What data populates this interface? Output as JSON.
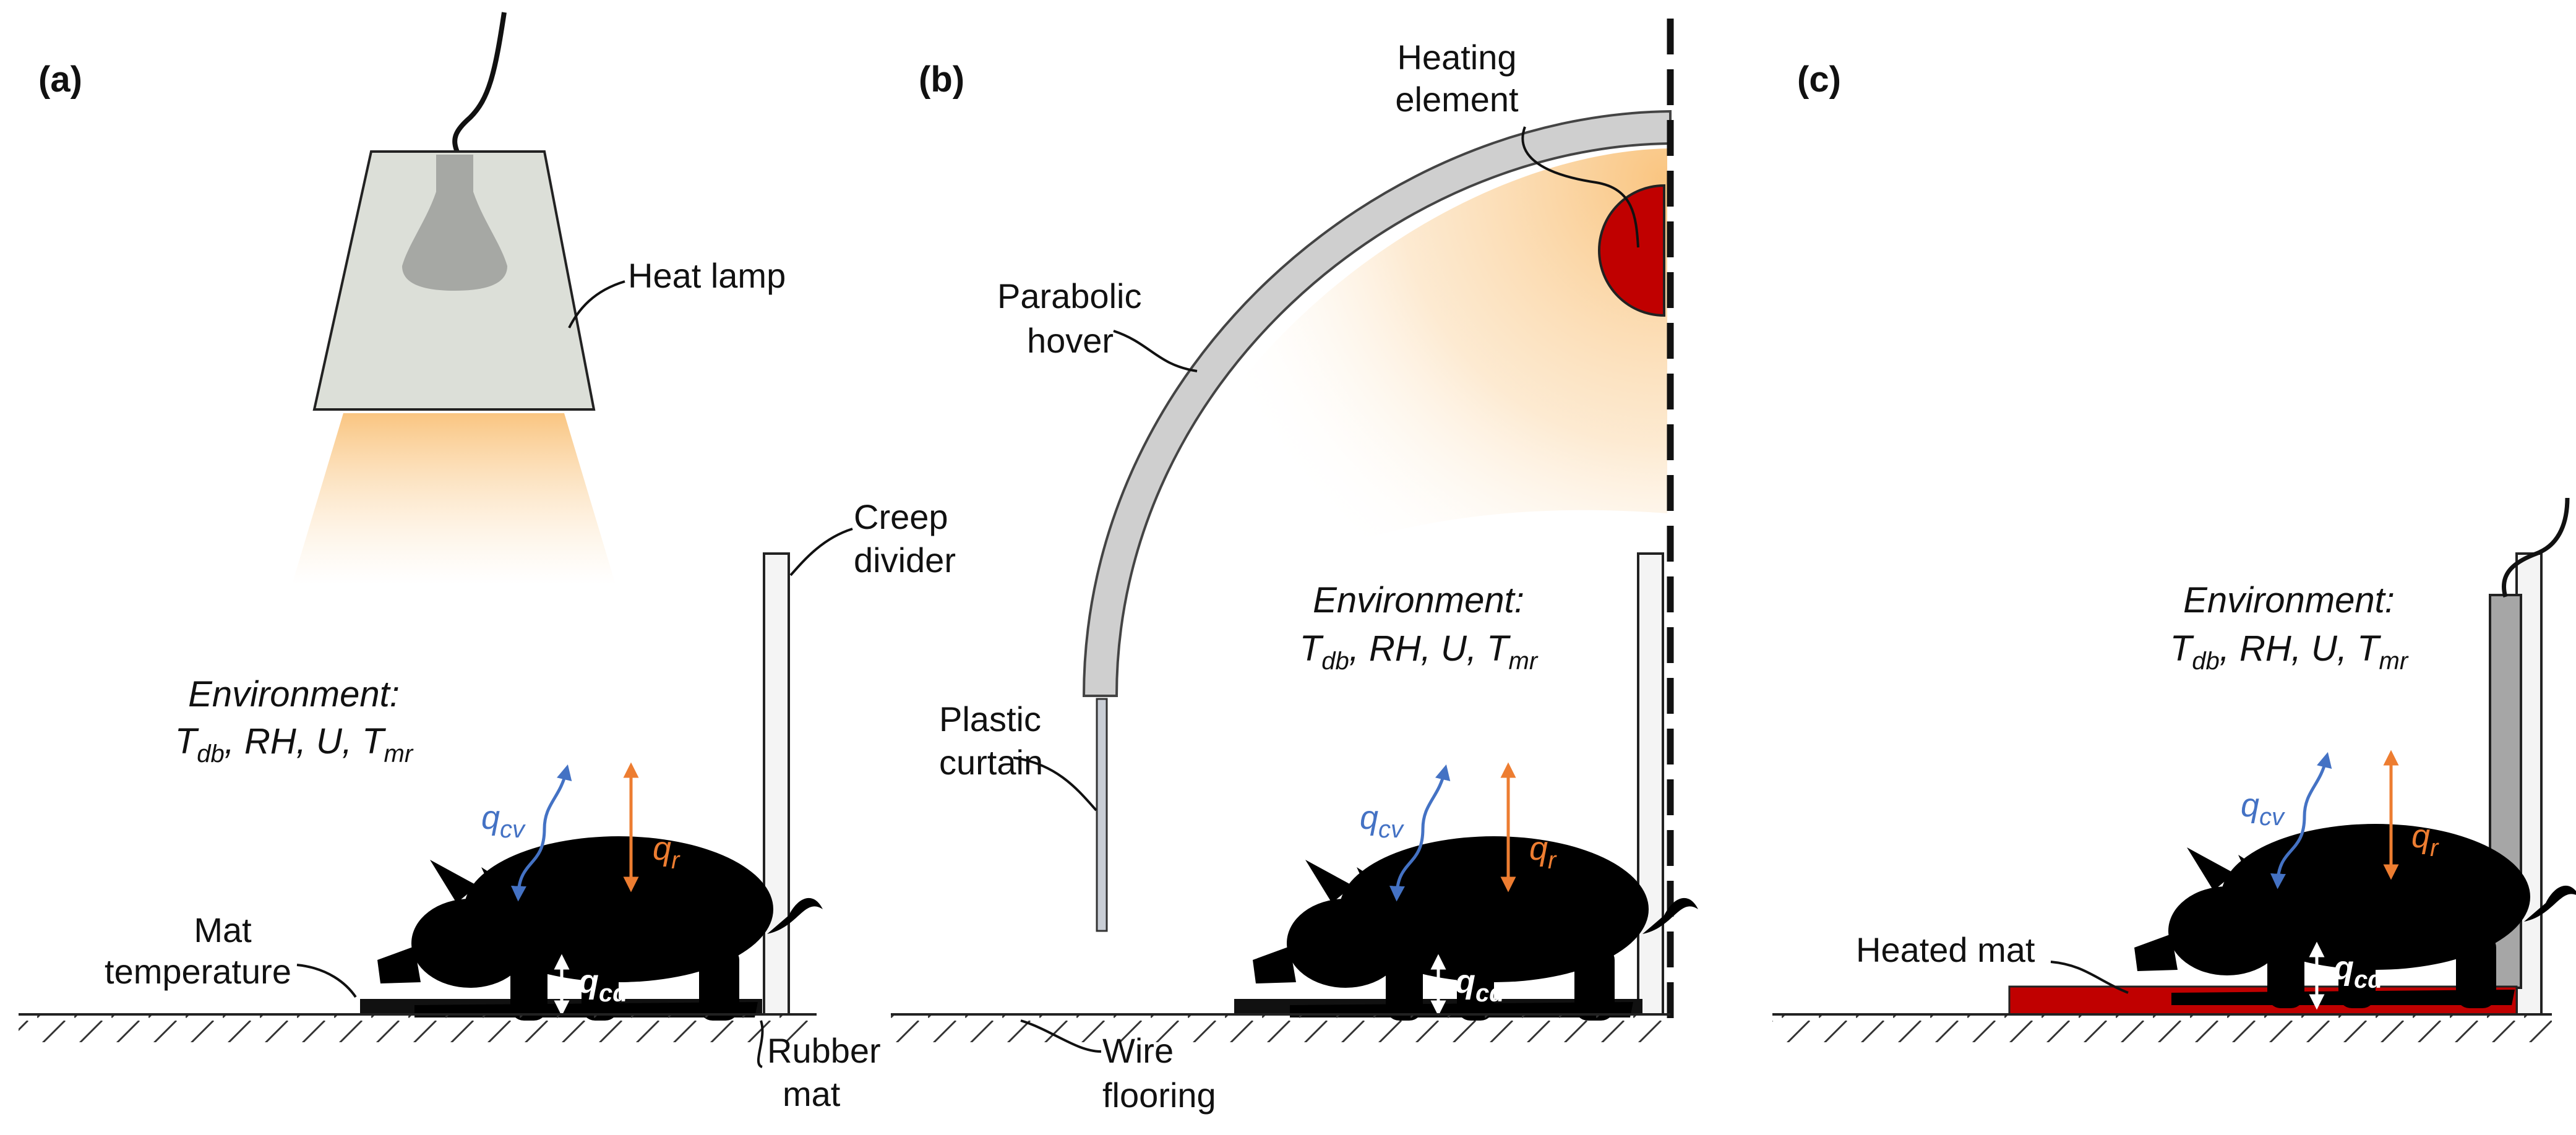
{
  "panels": {
    "a": {
      "tag": "(a)",
      "heat_lamp": "Heat lamp",
      "creep_divider": [
        "Creep",
        "divider"
      ],
      "environment_title": "Environment:",
      "mat_temperature": [
        "Mat",
        "temperature"
      ],
      "rubber_mat": [
        "Rubber",
        "mat"
      ]
    },
    "b": {
      "tag": "(b)",
      "heating_element": [
        "Heating",
        "element"
      ],
      "parabolic_hover": [
        "Parabolic",
        "hover"
      ],
      "plastic_curtain": [
        "Plastic",
        "curtain"
      ],
      "environment_title": "Environment:",
      "wire_flooring": [
        "Wire",
        "flooring"
      ]
    },
    "c": {
      "tag": "(c)",
      "environment_title": "Environment:",
      "heated_mat": "Heated mat"
    }
  },
  "env_vars": {
    "t": "T",
    "t_db_sub": "db",
    "rh": "RH",
    "u": "U",
    "t_mr": "T",
    "t_mr_sub": "mr",
    "sep": ", "
  },
  "heat_flux": {
    "q": "q",
    "cv_sub": "cv",
    "r_sub": "r",
    "cd_sub": "cd"
  },
  "colors": {
    "convection": "#4472c4",
    "radiation": "#ed7d31",
    "conduction": "#ffffff",
    "heater_red": "#c00000",
    "hover_gray": "#cfcfcf",
    "lamp_shade": "#dcdfd8",
    "glow": "#f9c27a"
  }
}
